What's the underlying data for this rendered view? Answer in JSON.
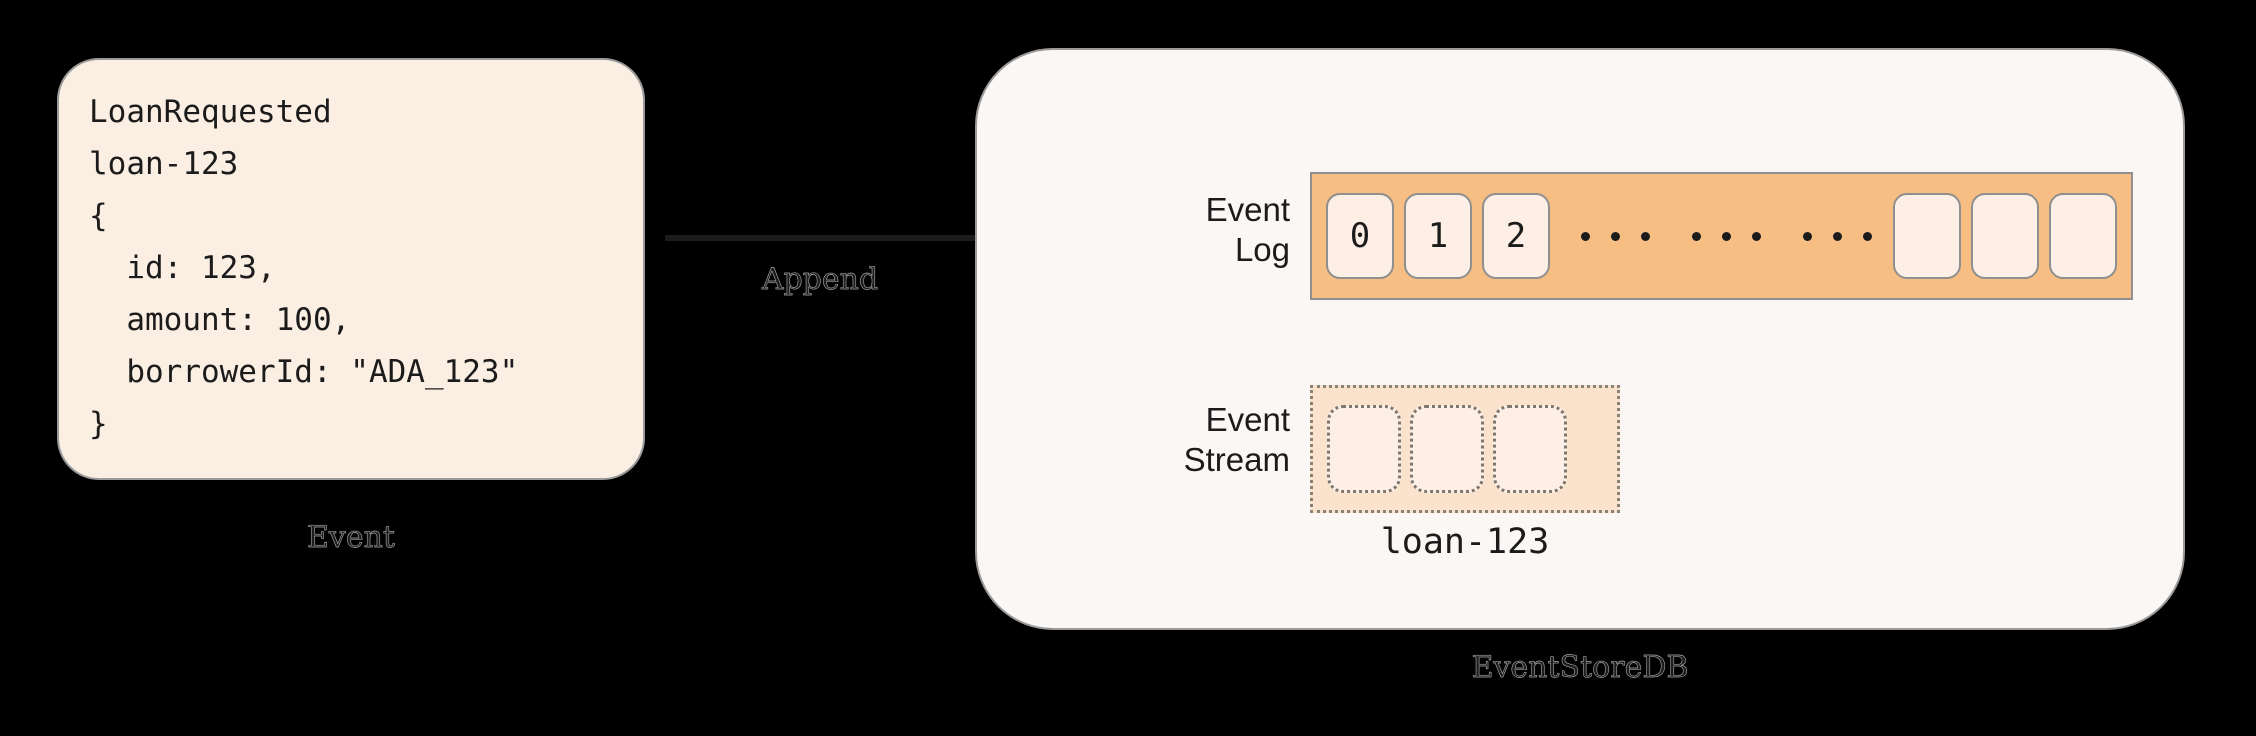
{
  "diagram": {
    "background": "#000000",
    "event_card": {
      "caption": "Event",
      "fill": "#FBEEE2",
      "code": "LoanRequested\nloan-123\n{\n  id: 123,\n  amount: 100,\n  borrowerId: \"ADA_123\"\n}"
    },
    "connector": {
      "label": "Append",
      "color": "#1b1b1b"
    },
    "database": {
      "caption": "EventStoreDB",
      "fill": "#FBF7F5",
      "event_log": {
        "label": "Event\nLog",
        "bar_color": "#F7BE84",
        "cell_color": "#FDEFE5",
        "numbered_cells": [
          "0",
          "1",
          "2"
        ],
        "ellipsis_groups": 3,
        "dots_per_group": 3,
        "empty_cells": 3
      },
      "event_stream": {
        "label": "Event\nStream",
        "box_color": "#FBE2CC",
        "cell_color": "#FDEFE5",
        "cells": 3,
        "stream_name": "loan-123"
      }
    }
  }
}
